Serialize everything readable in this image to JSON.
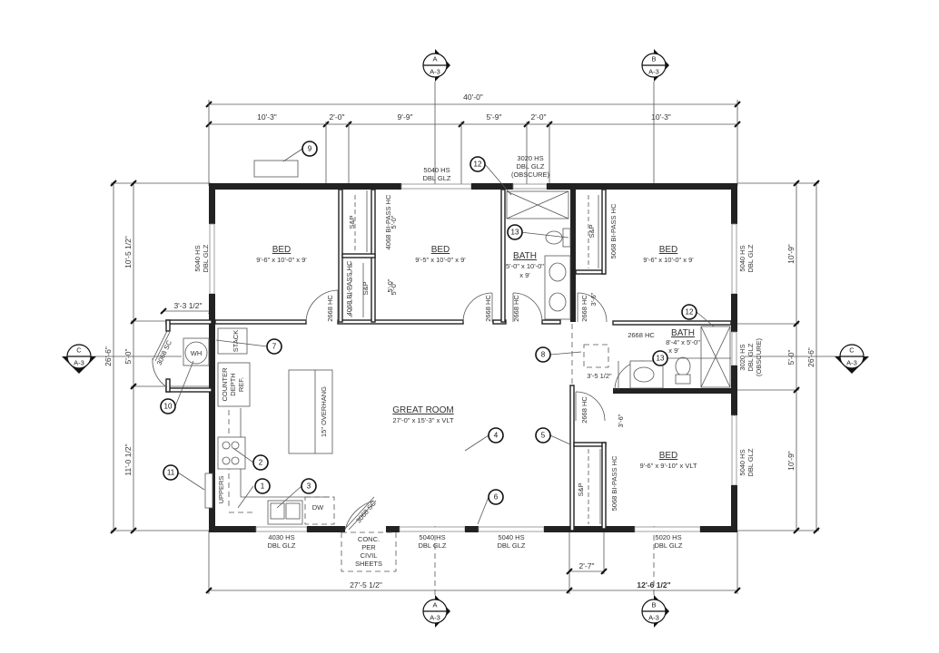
{
  "plan": {
    "overall_dims": {
      "top_total": "40'-0\"",
      "top_segments": [
        "10'-3\"",
        "2'-0\"",
        "9'-9\"",
        "5'-9\"",
        "2'-0\"",
        "10'-3\""
      ],
      "bottom_segments": [
        "27'-5 1/2\"",
        "12'-6 1/2\""
      ],
      "bottom_sub": "2'-7\"",
      "left_total": "26'-6\"",
      "left_segments": [
        "10'-5 1/2\"",
        "5'-0\"",
        "11'-0 1/2\""
      ],
      "right_total": "26'-6\"",
      "right_segments": [
        "10'-9\"",
        "5'-0\"",
        "10'-9\""
      ],
      "wh_closet_width": "3'-3 1/2\"",
      "hall_width": "3'-5 1/2\"",
      "bed_door_offset_1": "3'-6\"",
      "bed_door_offset_2": "3'-6\"",
      "closet_dims": [
        "5'-0\"",
        "5'-0\""
      ]
    },
    "rooms": [
      {
        "name": "BED",
        "size": "9'-6\" x 10'-0\" x 9'"
      },
      {
        "name": "BED",
        "size": "9'-5\" x 10'-0\" x 9'"
      },
      {
        "name": "BATH",
        "size1": "5'-0\" x 10'-0\"",
        "size2": "x 9'"
      },
      {
        "name": "BED",
        "size": "9'-6\" x 10'-0\" x 9'"
      },
      {
        "name": "BATH",
        "size1": "8'-4\" x 5'-0\"",
        "size2": "x 9'"
      },
      {
        "name": "GREAT ROOM",
        "size": "27'-0\" x 15'-3\" x VLT"
      },
      {
        "name": "BED",
        "size": "9'-6\" x 9'-10\" x VLT"
      }
    ],
    "windows": [
      {
        "l1": "5040 HS",
        "l2": "DBL GLZ"
      },
      {
        "l1": "3020 HS",
        "l2": "DBL GLZ",
        "l3": "(OBSCURE)"
      },
      {
        "l1": "5040 HS",
        "l2": "DBL GLZ"
      },
      {
        "l1": "5040 HS",
        "l2": "DBL GLZ"
      },
      {
        "l1": "3020 HS",
        "l2": "DBL GLZ",
        "l3": "(OBSCURE)"
      },
      {
        "l1": "5040 HS",
        "l2": "DBL GLZ"
      },
      {
        "l1": "4030 HS",
        "l2": "DBL GLZ"
      },
      {
        "l1": "5040 HS",
        "l2": "DBL GLZ"
      },
      {
        "l1": "5040 HS",
        "l2": "DBL GLZ"
      },
      {
        "l1": "5020 HS",
        "l2": "DBL GLZ"
      }
    ],
    "doors": {
      "hc": "2668 HC",
      "bipass_4068": "4068 BI-PASS HC",
      "bipass_5068": "5068 BI-PASS HC",
      "sc": "3068 SC"
    },
    "labels": {
      "sp": "S&P",
      "wh": "WH",
      "stack": "STACK",
      "fridge": [
        "COUNTER",
        "DEPTH",
        "REF."
      ],
      "overhang": "15\" OVERHANG",
      "uppers": "UPPERS",
      "dw": "DW",
      "conc": [
        "CONC.",
        "PER",
        "CIVIL",
        "SHEETS"
      ]
    },
    "keynotes": [
      "1",
      "2",
      "3",
      "4",
      "5",
      "6",
      "7",
      "8",
      "9",
      "10",
      "11",
      "12",
      "13"
    ],
    "sections": [
      {
        "id": "A",
        "sheet": "A-3"
      },
      {
        "id": "B",
        "sheet": "A-3"
      },
      {
        "id": "C",
        "sheet": "A-3"
      }
    ]
  }
}
